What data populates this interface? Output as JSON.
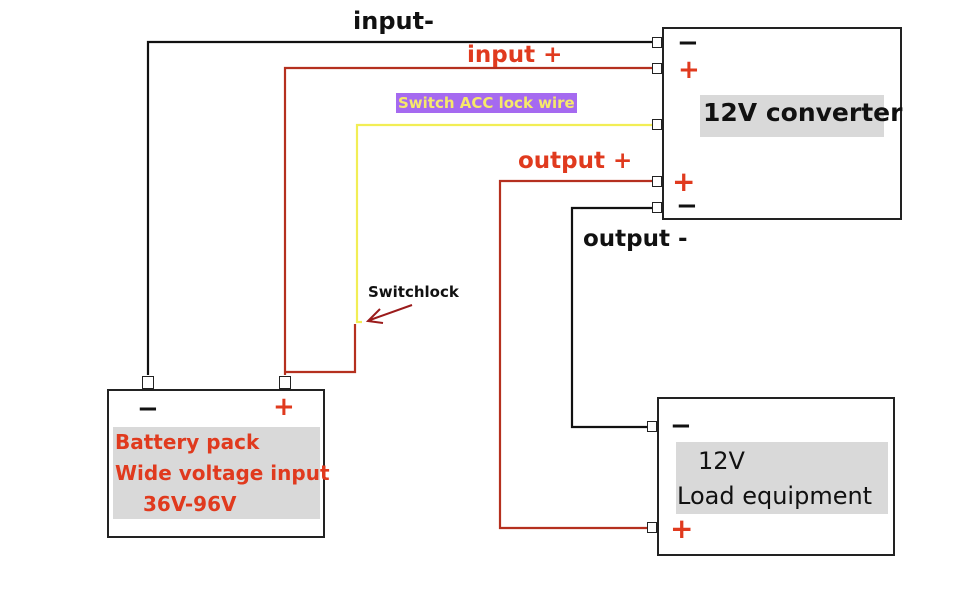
{
  "labels": {
    "input_minus": "input-",
    "input_plus": "input +",
    "acc_wire": "Switch ACC lock wire",
    "output_plus": "output +",
    "output_minus": "output -",
    "switchlock": "Switchlock"
  },
  "converter": {
    "title": "12V converter",
    "signs": [
      "−",
      "+",
      "+",
      "−"
    ]
  },
  "battery": {
    "line1": "Battery pack",
    "line2": "Wide voltage input",
    "line3": "36V-96V",
    "minus": "−",
    "plus": "+"
  },
  "load": {
    "line1": "12V",
    "line2": "Load equipment",
    "minus": "−",
    "plus": "+"
  },
  "colors": {
    "wire_black": "#111111",
    "wire_red": "#b5301f",
    "wire_yellow": "#f2ee55",
    "text_red": "#e03a1e",
    "acc_tag_bg": "#a56af0",
    "acc_tag_text": "#f6e96a",
    "grey_fill": "#d9d9d9"
  }
}
